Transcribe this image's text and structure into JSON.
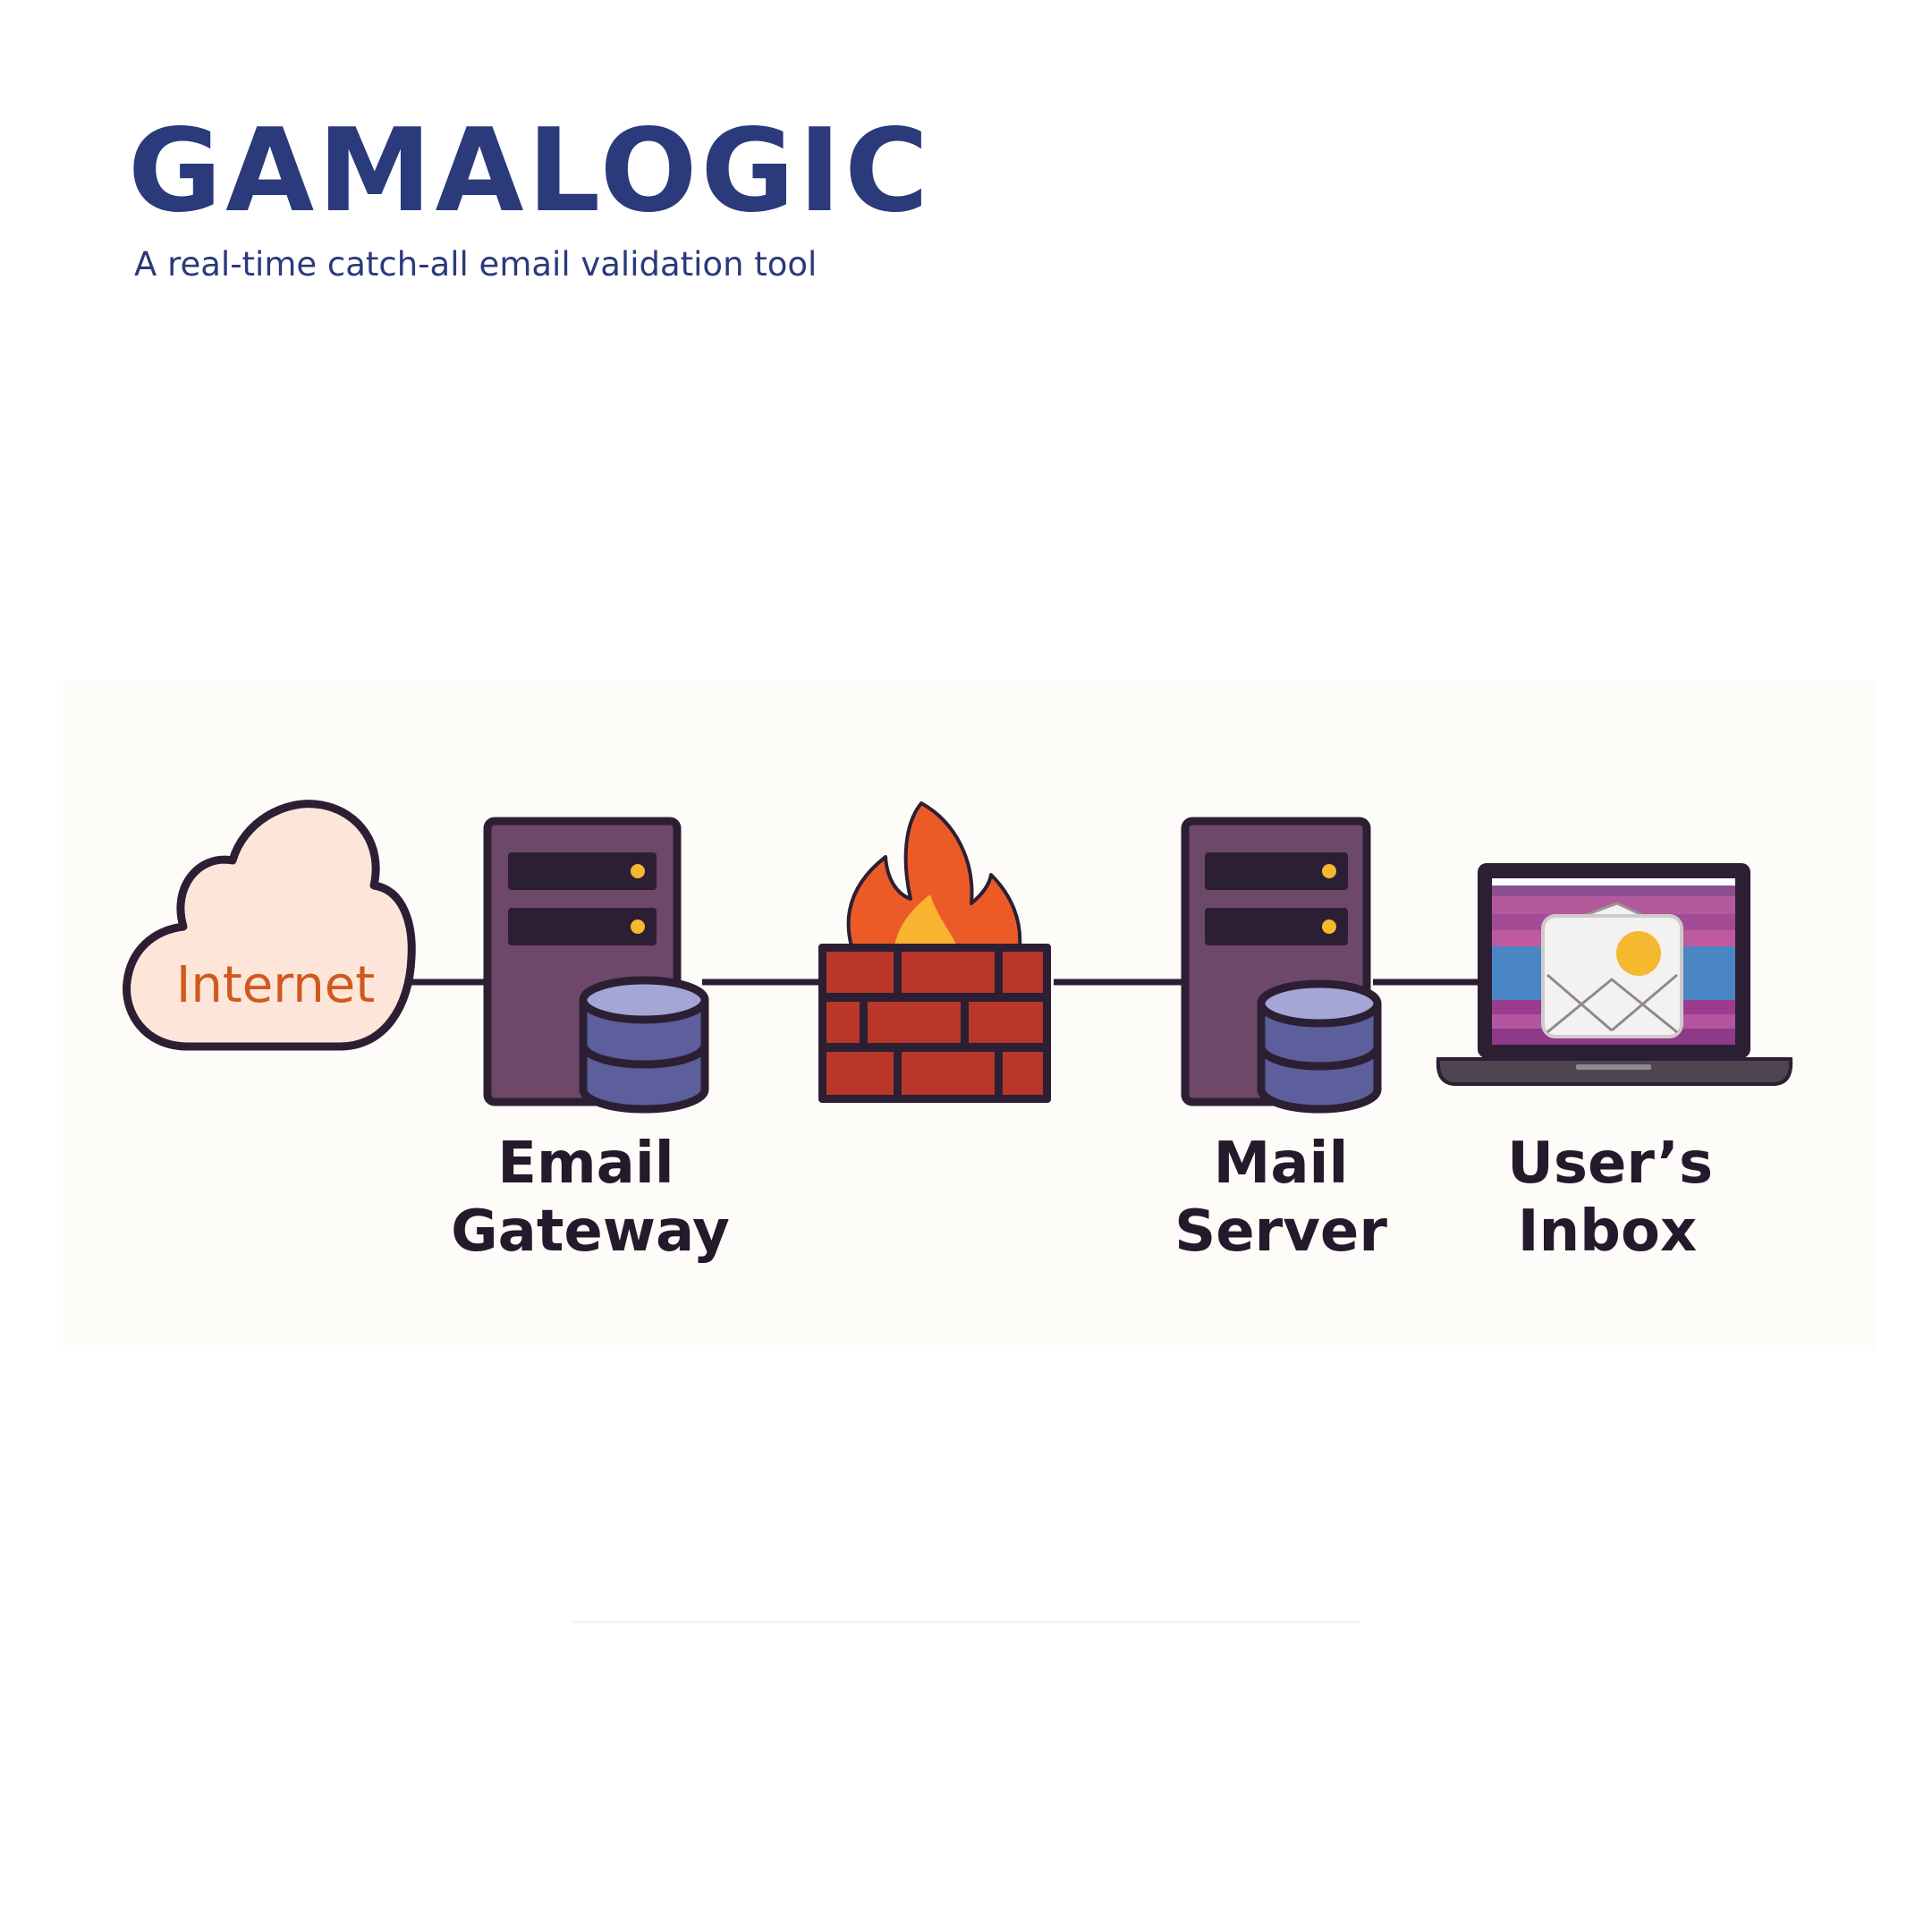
{
  "brand": {
    "name": "GAMALOGIC",
    "tagline": "A real-time catch-all email validation tool"
  },
  "diagram": {
    "nodes": [
      {
        "id": "internet",
        "label_lines": [
          "Internet"
        ],
        "icon": "cloud-icon"
      },
      {
        "id": "email-gateway",
        "label_lines": [
          "Email",
          "Gateway"
        ],
        "icon": "server-with-database-icon"
      },
      {
        "id": "firewall",
        "label_lines": [],
        "icon": "firewall-icon"
      },
      {
        "id": "mail-server",
        "label_lines": [
          "Mail",
          "Server"
        ],
        "icon": "server-with-database-icon"
      },
      {
        "id": "users-inbox",
        "label_lines": [
          "User’s",
          "Inbox"
        ],
        "icon": "laptop-inbox-icon"
      }
    ],
    "edges": [
      {
        "from": "internet",
        "to": "email-gateway"
      },
      {
        "from": "email-gateway",
        "to": "firewall"
      },
      {
        "from": "firewall",
        "to": "mail-server"
      },
      {
        "from": "mail-server",
        "to": "users-inbox"
      }
    ]
  },
  "colors": {
    "brand_text": "#2a3a7a",
    "outline": "#2d1f33",
    "server_body": "#6e4868",
    "database": "#5c5f9c",
    "database_top": "#a4a6d6",
    "brick": "#b8372a",
    "flame_outer": "#ec5a28",
    "flame_inner": "#f8b431",
    "cloud_fill": "#fde6d9",
    "cloud_text": "#d05a1e",
    "led": "#f5b82e",
    "screen_blue": "#4a86c4",
    "screen_magenta": "#9b3c8e"
  }
}
